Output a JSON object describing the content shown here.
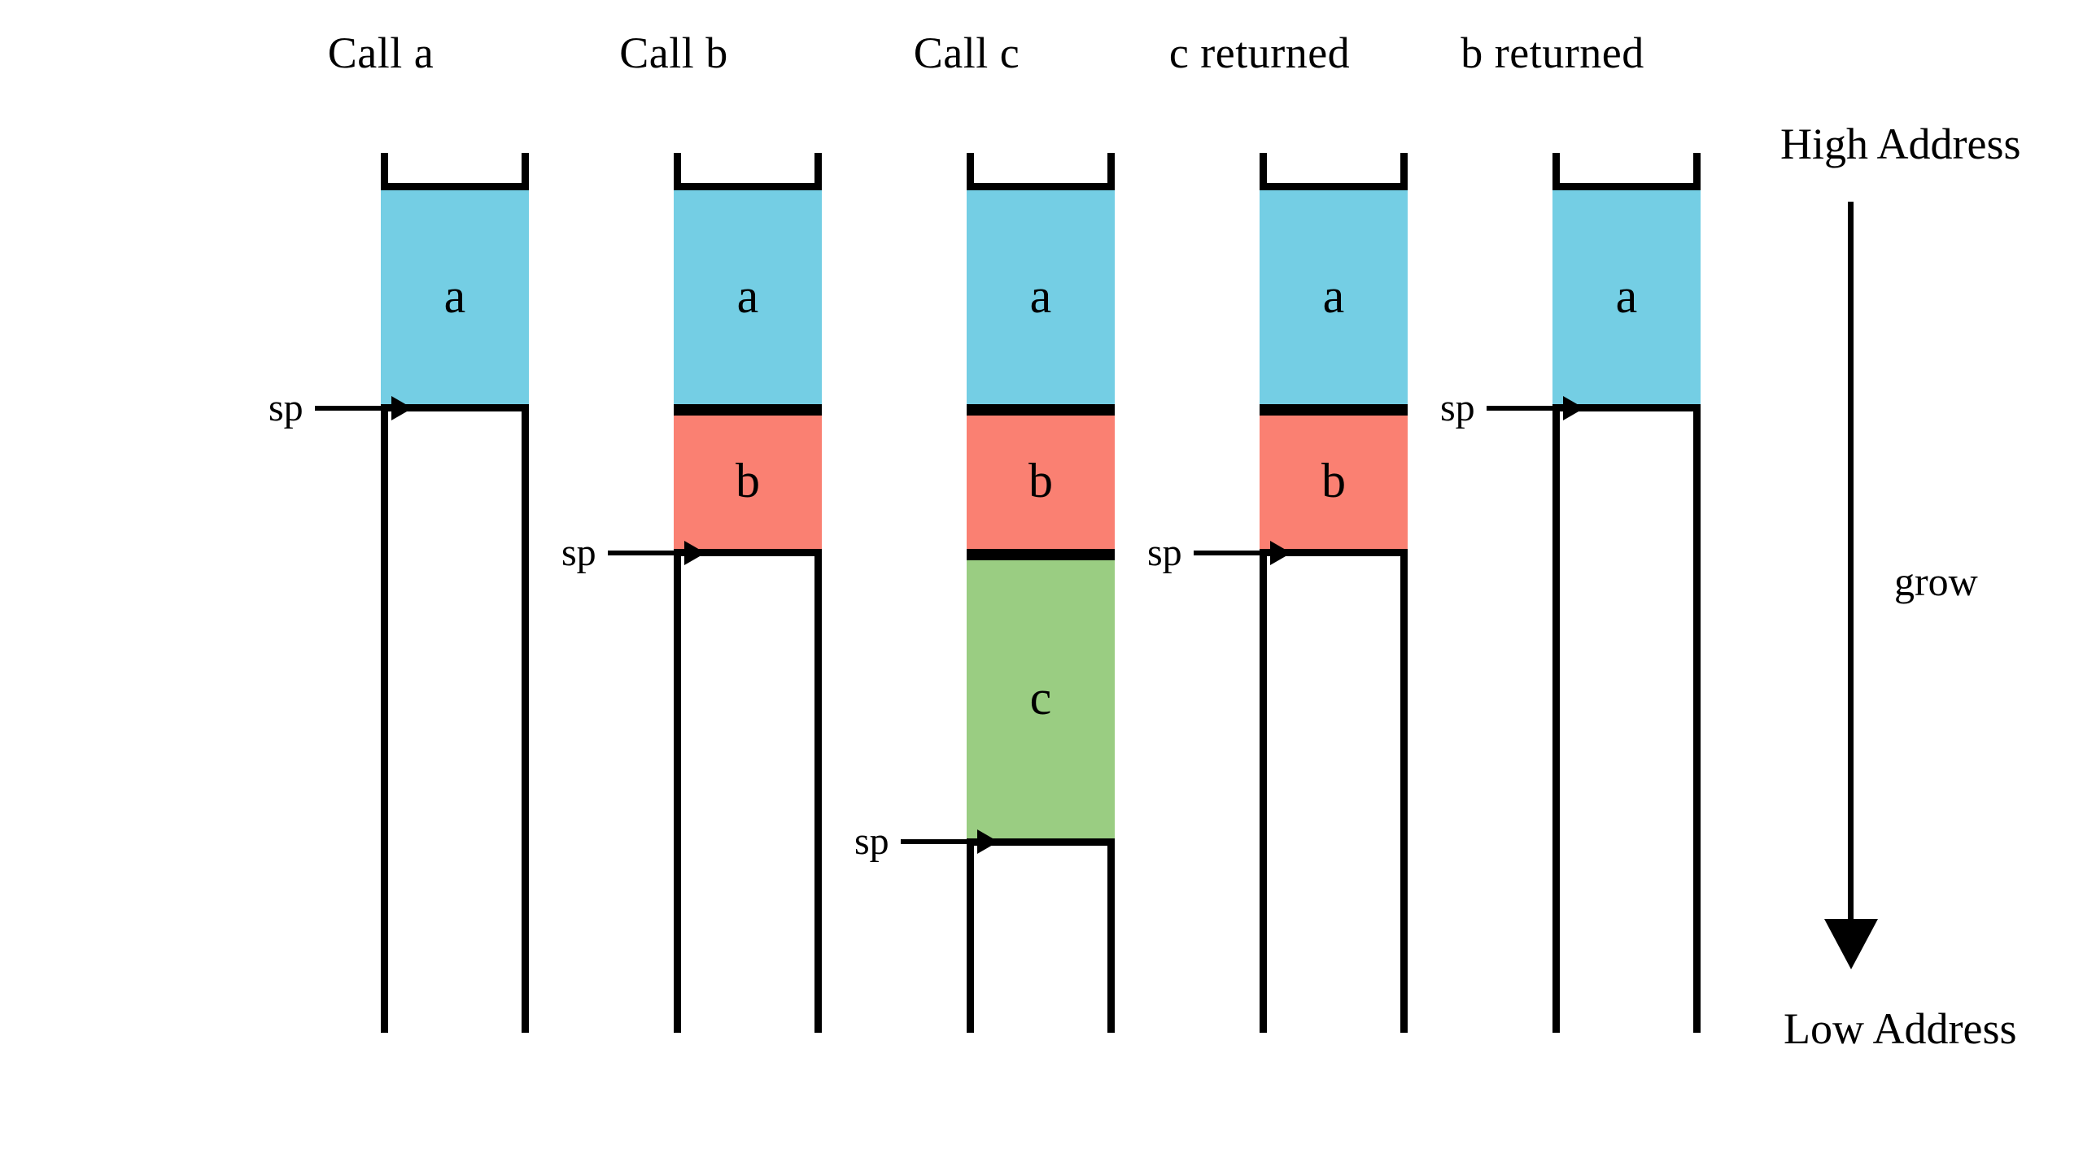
{
  "diagram": {
    "title_font_style": "serif",
    "background": "#ffffff",
    "line_color": "#000000",
    "colors": {
      "frame_a": "#74CEE4",
      "frame_b": "#FA8072",
      "frame_c": "#9ACD82"
    },
    "columns": [
      {
        "id": "call-a",
        "header": "Call a",
        "frames": [
          {
            "label": "a",
            "color_key": "frame_a"
          }
        ],
        "sp": {
          "label": "sp",
          "at_frame": "a"
        }
      },
      {
        "id": "call-b",
        "header": "Call b",
        "frames": [
          {
            "label": "a",
            "color_key": "frame_a"
          },
          {
            "label": "b",
            "color_key": "frame_b"
          }
        ],
        "sp": {
          "label": "sp",
          "at_frame": "b"
        }
      },
      {
        "id": "call-c",
        "header": "Call c",
        "frames": [
          {
            "label": "a",
            "color_key": "frame_a"
          },
          {
            "label": "b",
            "color_key": "frame_b"
          },
          {
            "label": "c",
            "color_key": "frame_c"
          }
        ],
        "sp": {
          "label": "sp",
          "at_frame": "c"
        }
      },
      {
        "id": "c-returned",
        "header": "c returned",
        "frames": [
          {
            "label": "a",
            "color_key": "frame_a"
          },
          {
            "label": "b",
            "color_key": "frame_b"
          }
        ],
        "sp": {
          "label": "sp",
          "at_frame": "b"
        }
      },
      {
        "id": "b-returned",
        "header": "b returned",
        "frames": [
          {
            "label": "a",
            "color_key": "frame_a"
          }
        ],
        "sp": {
          "label": "sp",
          "at_frame": "a"
        }
      }
    ],
    "axis": {
      "high_label": "High Address",
      "low_label": "Low Address",
      "grow_label": "grow",
      "direction": "downward"
    }
  }
}
